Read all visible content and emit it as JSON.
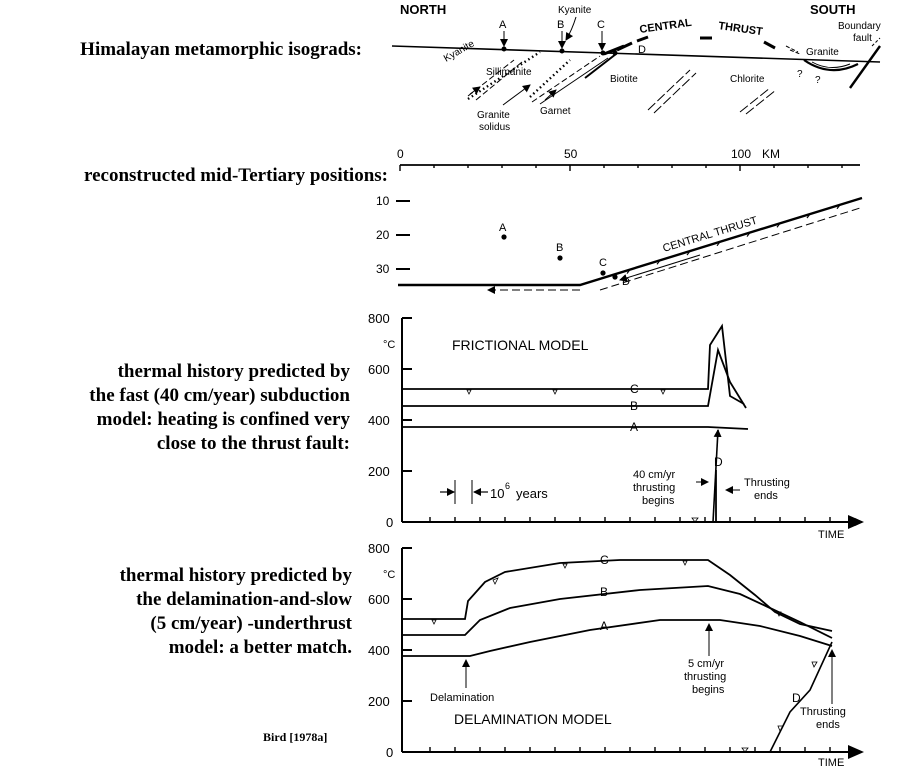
{
  "captions": {
    "isograds": "Himalayan metamorphic isograds:",
    "positions": "reconstructed mid-Tertiary positions:",
    "fast_model": [
      "thermal history predicted by",
      "the fast (40 cm/year) subduction",
      "model: heating is confined very",
      "close to the thrust fault:"
    ],
    "slow_model": [
      "thermal history predicted by",
      "the delamination-and-slow",
      "(5 cm/year) -underthrust",
      "model: a better match."
    ],
    "credit": "Bird [1978a]"
  },
  "cross_section": {
    "north": "NORTH",
    "south": "SOUTH",
    "points": [
      "A",
      "B",
      "C",
      "D"
    ],
    "kyanite_top": "Kyanite",
    "kyanite_left": "Kyanite",
    "sillimanite": "Sillimanite",
    "biotite": "Biotite",
    "chlorite": "Chlorite",
    "garnet": "Garnet",
    "granite_solidus_1": "Granite",
    "granite_solidus_2": "solidus",
    "granite": "Granite",
    "boundary_fault_1": "Boundary",
    "boundary_fault_2": "fault",
    "thrust_word_1": "CENTRAL",
    "thrust_word_2": "THRUST",
    "question": "?"
  },
  "depth_section": {
    "x_ticks": [
      "0",
      "50",
      "100"
    ],
    "x_unit": "KM",
    "y_ticks": [
      "10",
      "20",
      "30"
    ],
    "thrust_label": "CENTRAL THRUST",
    "points": [
      "A",
      "B",
      "C",
      "D"
    ]
  },
  "frictional": {
    "title": "FRICTIONAL MODEL",
    "y_ticks": [
      "800",
      "600",
      "400",
      "200",
      "0"
    ],
    "y_unit": "°C",
    "curves": [
      "C",
      "B",
      "A"
    ],
    "d_label": "D",
    "scale_label": "10",
    "scale_exp": "6",
    "scale_unit": "years",
    "begins_1": "40 cm/yr",
    "begins_2": "thrusting",
    "begins_3": "begins",
    "ends_1": "Thrusting",
    "ends_2": "ends",
    "x_label": "TIME"
  },
  "delamination": {
    "title": "DELAMINATION MODEL",
    "y_ticks": [
      "800",
      "600",
      "400",
      "200",
      "0"
    ],
    "y_unit": "°C",
    "curves": [
      "C",
      "B",
      "A"
    ],
    "d_label": "D",
    "delam_label": "Delamination",
    "begins_1": "5 cm/yr",
    "begins_2": "thrusting",
    "begins_3": "begins",
    "ends_1": "Thrusting",
    "ends_2": "ends",
    "x_label": "TIME"
  }
}
